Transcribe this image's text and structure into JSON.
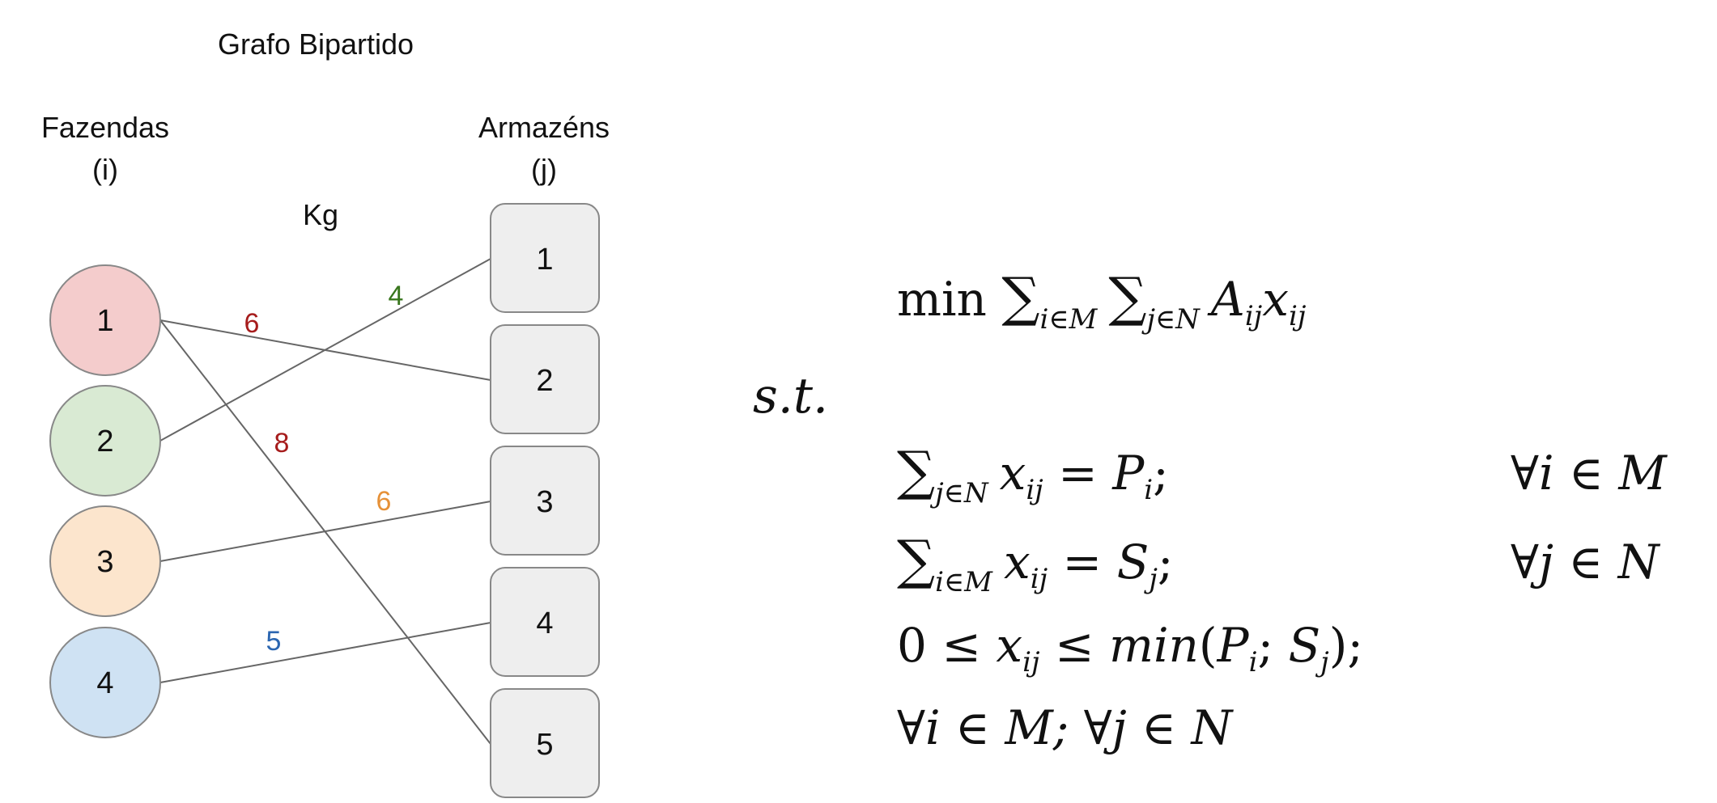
{
  "diagram": {
    "title": "Grafo Bipartido",
    "left_header": {
      "name": "Fazendas",
      "index": "(i)"
    },
    "right_header": {
      "name": "Armazéns",
      "index": "(j)"
    },
    "unit_label": "Kg",
    "farms": [
      {
        "label": "1",
        "color": "#f4cccc"
      },
      {
        "label": "2",
        "color": "#d9ead3"
      },
      {
        "label": "3",
        "color": "#fce5cd"
      },
      {
        "label": "4",
        "color": "#cfe2f3"
      }
    ],
    "warehouses": [
      {
        "label": "1",
        "color": "#eeeeee"
      },
      {
        "label": "2",
        "color": "#eeeeee"
      },
      {
        "label": "3",
        "color": "#eeeeee"
      },
      {
        "label": "4",
        "color": "#eeeeee"
      },
      {
        "label": "5",
        "color": "#eeeeee"
      }
    ],
    "edges": [
      {
        "from": "1",
        "to": "2",
        "weight": "6",
        "color": "#a61c1c"
      },
      {
        "from": "1",
        "to": "5",
        "weight": "8",
        "color": "#a61c1c"
      },
      {
        "from": "2",
        "to": "1",
        "weight": "4",
        "color": "#38761d"
      },
      {
        "from": "3",
        "to": "3",
        "weight": "6",
        "color": "#e69138"
      },
      {
        "from": "4",
        "to": "4",
        "weight": "5",
        "color": "#2b66b1"
      }
    ]
  },
  "formulation": {
    "objective": "min ∑ i∈M ∑ j∈N A ij x ij",
    "subject_to": "s.t.",
    "constraint_1": "∑ j∈N x ij = P i ;",
    "constraint_1_domain": "∀i ∈ M",
    "constraint_2": "∑ i∈M x ij = S j ;",
    "constraint_2_domain": "∀j ∈ N",
    "constraint_3": "0 ≤ x ij ≤ min(P i ; S j );",
    "constraint_4": "∀i ∈ M; ∀j ∈ N"
  }
}
